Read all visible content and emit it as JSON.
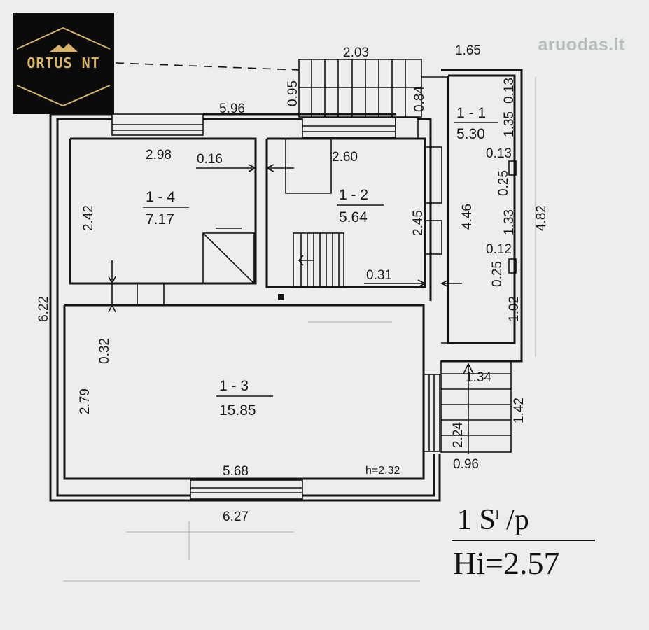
{
  "logo": {
    "brand": "ORTUS NT"
  },
  "watermark": {
    "text": "aruodas",
    "suffix": ".lt"
  },
  "rooms": [
    {
      "id": "1 - 1",
      "area": "5.30"
    },
    {
      "id": "1 - 2",
      "area": "5.64"
    },
    {
      "id": "1 - 3",
      "area": "15.85"
    },
    {
      "id": "1 - 4",
      "area": "7.17"
    }
  ],
  "dimensions": [
    "2.03",
    "1.65",
    "0.95",
    "0.84",
    "5.96",
    "0.13",
    "1.35",
    "2.98",
    "0.16",
    "2.60",
    "2.42",
    "2.45",
    "4.46",
    "0.13",
    "0.25",
    "4.82",
    "1.33",
    "0.12",
    "0.31",
    "0.25",
    "1.02",
    "6.22",
    "0.32",
    "1.34",
    "2.79",
    "1.42",
    "2.24",
    "0.96",
    "5.68",
    "6.27"
  ],
  "ceiling_height": "h=2.32",
  "floor_label": {
    "title": "1 S",
    "superscript": "l",
    "suffix": " /p",
    "height": "Hi=2.57"
  },
  "colors": {
    "logo_bg": "#0b0b0b",
    "logo_gold": "#d7b46a",
    "line": "#151515",
    "paper": "#eceeed"
  }
}
